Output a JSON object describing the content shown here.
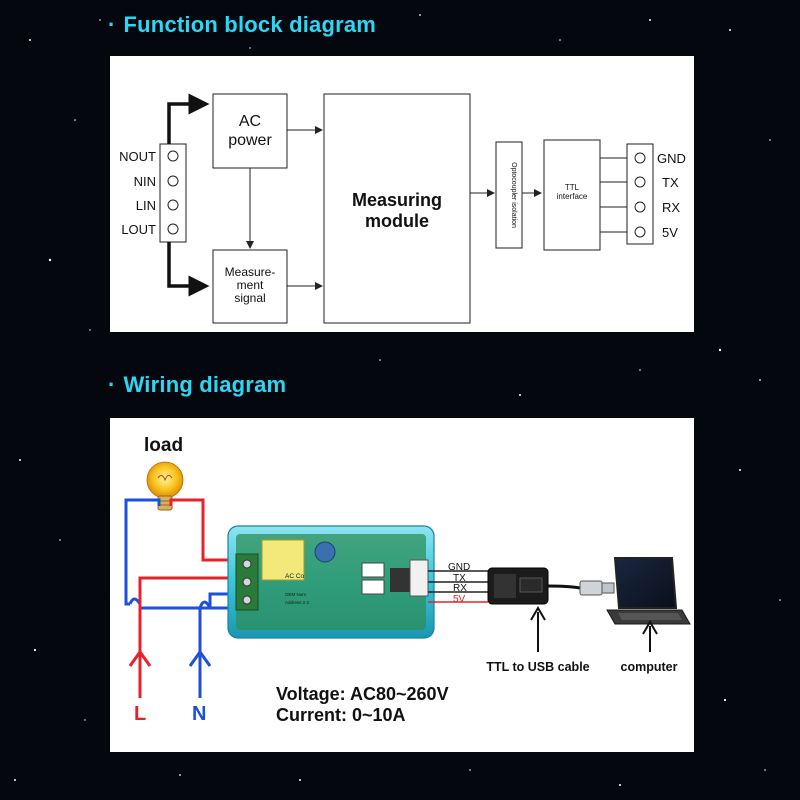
{
  "sections": {
    "function_block_title": "Function block diagram",
    "wiring_title": "Wiring diagram",
    "bullet": "·"
  },
  "block_diagram": {
    "terminals": [
      "NOUT",
      "NIN",
      "LIN",
      "LOUT"
    ],
    "ac_power": [
      "AC",
      "power"
    ],
    "measurement_signal": [
      "Measure-",
      "ment",
      "signal"
    ],
    "measuring_module": [
      "Measuring",
      "module"
    ],
    "optocoupler": "Optocoupler isolation",
    "ttl_interface": [
      "TTL",
      "interface"
    ],
    "outputs": [
      "GND",
      "TX",
      "RX",
      "5V"
    ]
  },
  "wiring": {
    "load_label": "load",
    "pins": [
      "GND",
      "TX",
      "RX",
      "5V"
    ],
    "board_text": [
      "AC Co",
      "OEM Num",
      "Address 2 2"
    ],
    "ttl_cable_label": "TTL to USB cable",
    "computer_label": "computer",
    "live_label": "L",
    "neutral_label": "N",
    "voltage": "Voltage: AC80~260V",
    "current": "Current: 0~10A"
  },
  "colors": {
    "title": "#2ad8f5",
    "live_wire": "#e8202a",
    "neutral_wire": "#1d4fd8",
    "module_body": "#39c6dd"
  }
}
